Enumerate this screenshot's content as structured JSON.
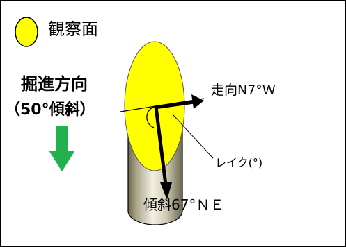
{
  "legend": {
    "label": "観察面",
    "swatch_color": "#ffff00"
  },
  "excavation": {
    "title": "掘進方向",
    "subtitle": "（50°傾斜）",
    "arrow_color": "#22b14c"
  },
  "annotations": {
    "strike": "走向N7°Ｗ",
    "rake": "レイク(°)",
    "dip": "傾斜67°ＮＥ"
  },
  "colors": {
    "face": "#ffff00",
    "cylinder_light": "#d8d3bd",
    "cylinder_dark": "#6b6750",
    "arrow": "#000000"
  }
}
